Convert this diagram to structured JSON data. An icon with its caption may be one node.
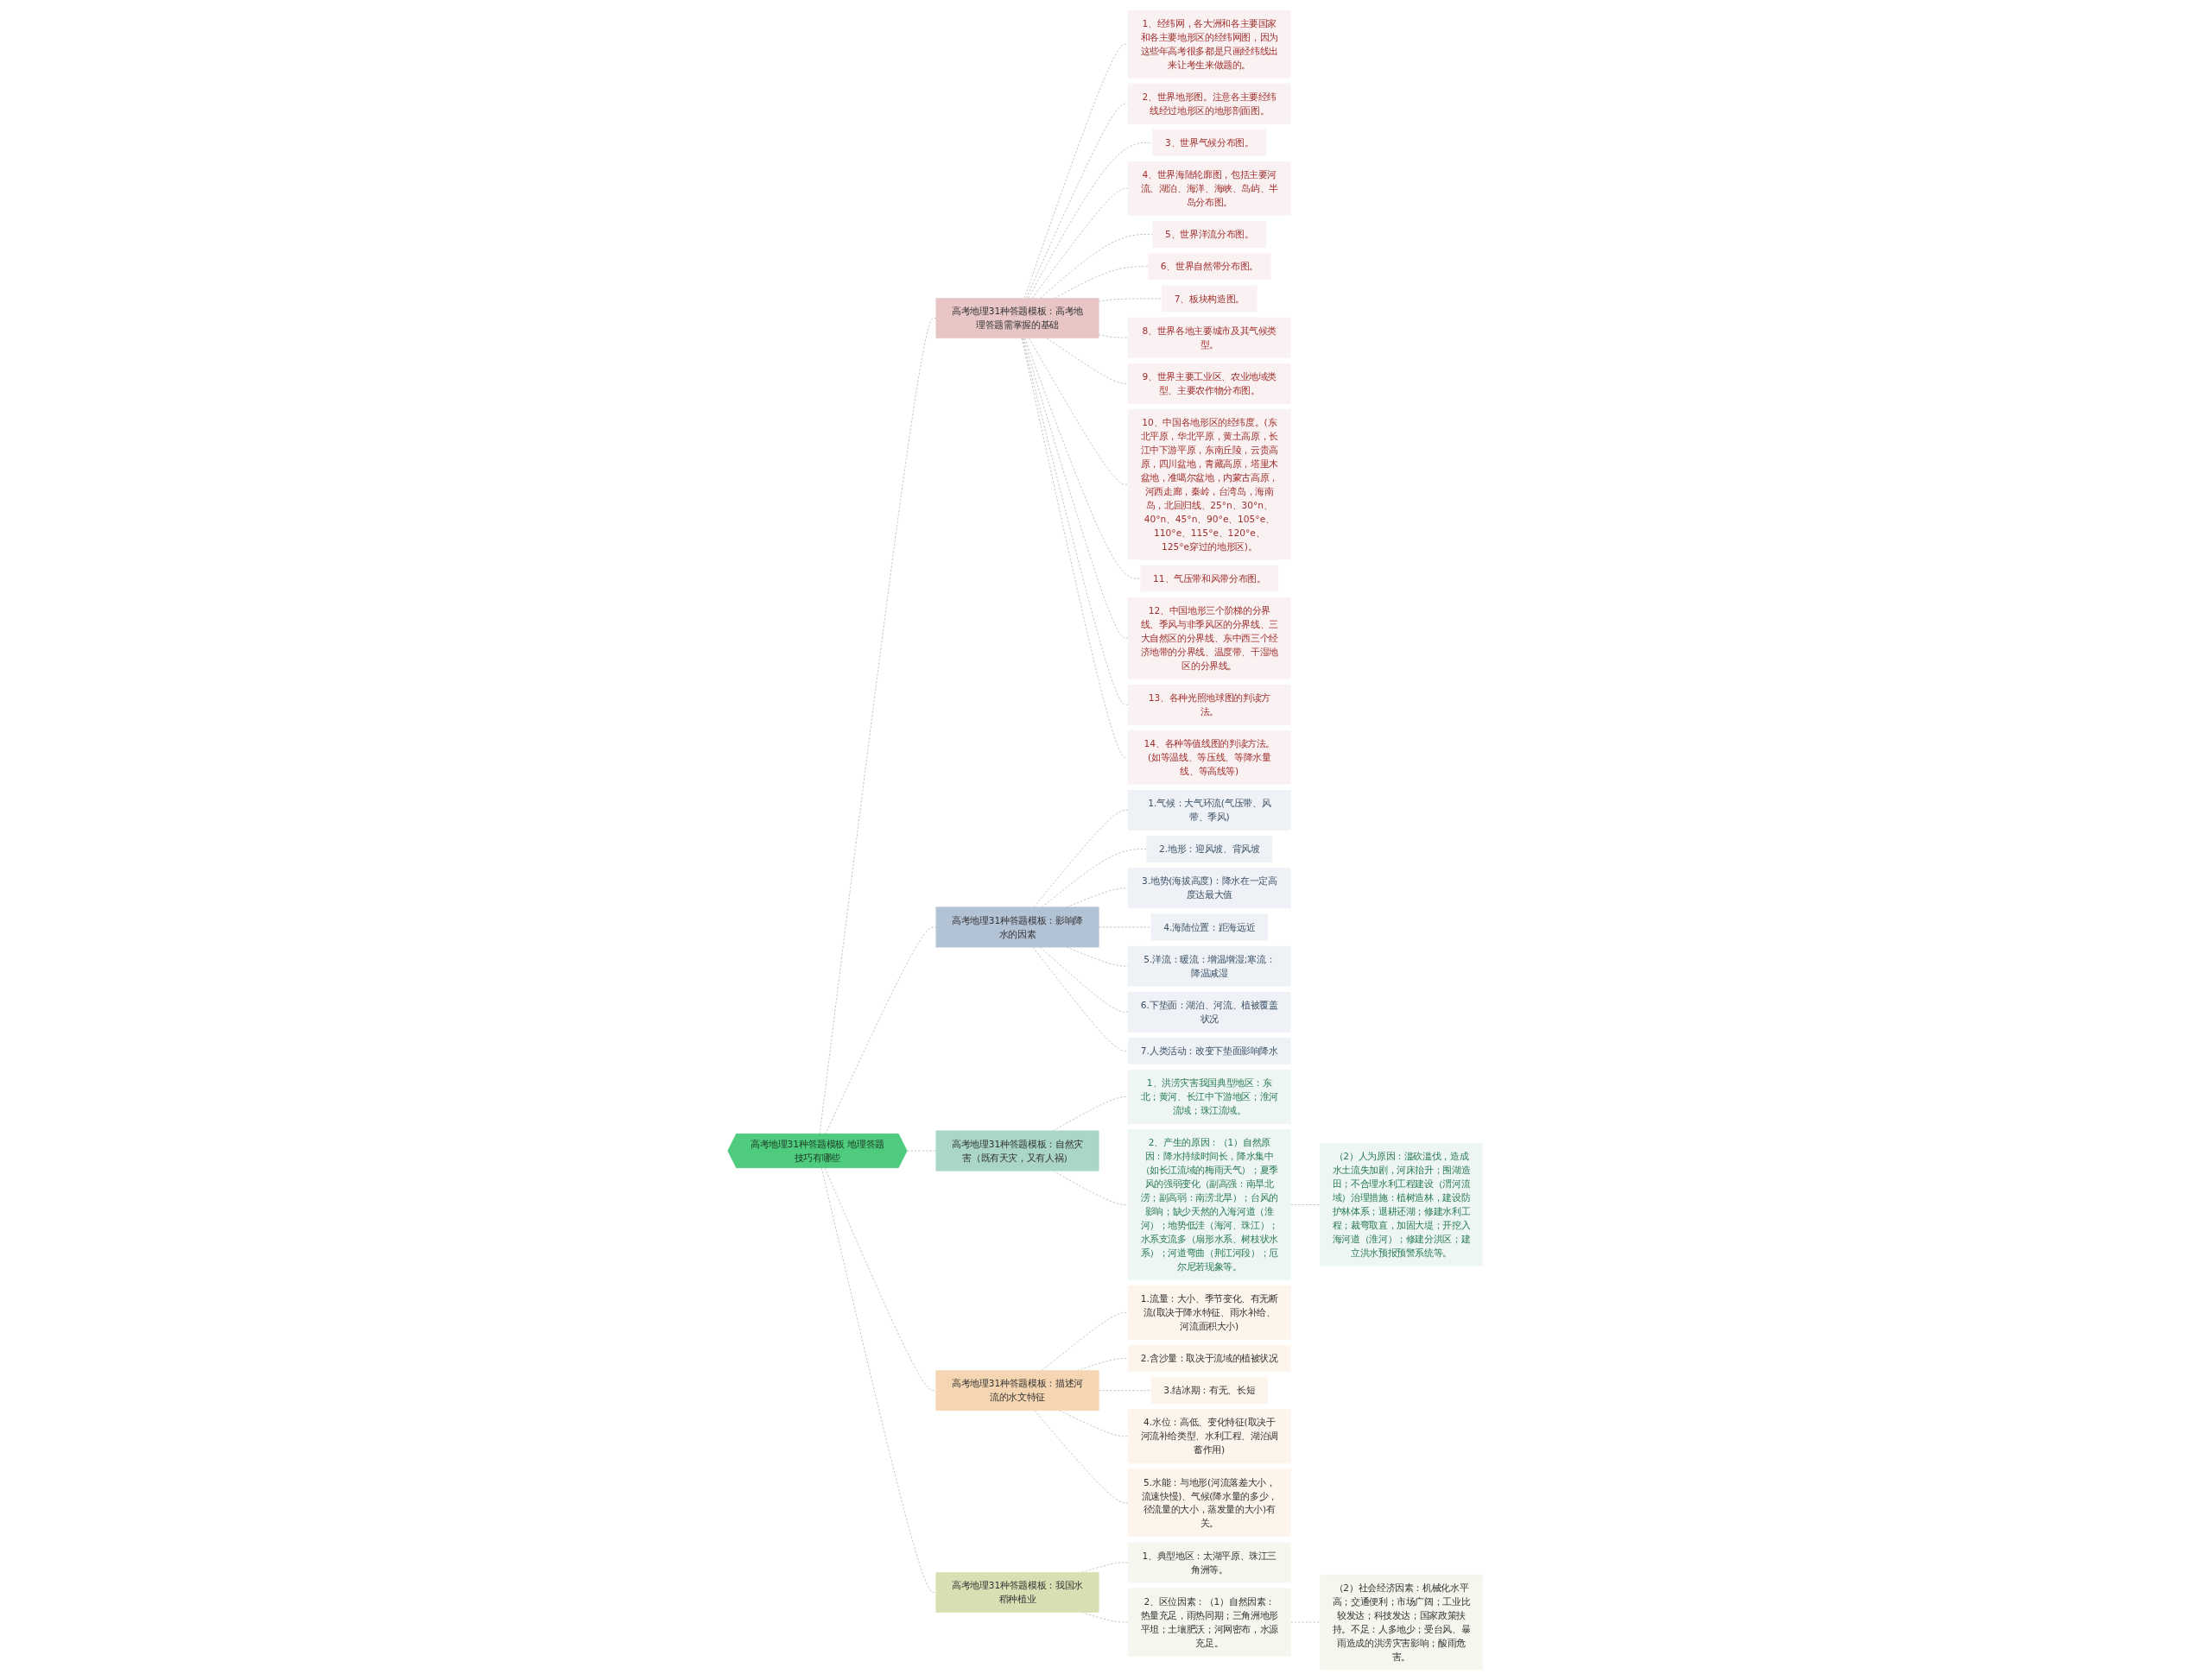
{
  "diagram": {
    "nodes": [
      {
        "text": [
          "高考地理31种答题模板 地理答题技巧有哪些"
        ]
      },
      {
        "text": [
          "高考地理31种答题模板：高考地理答题需掌握的基础"
        ]
      },
      {
        "text": [
          "1、经纬网，各大洲和各主要国家和各主要地形区的经纬网图，因为这些年高考很多都是只画经纬线出来让考生来做题的。"
        ]
      },
      {
        "text": [
          "2、世界地形图。注意各主要经纬线经过地形区的地形剖面图。"
        ]
      },
      {
        "text": [
          "3、世界气候分布图。"
        ]
      },
      {
        "text": [
          "4、世界海陆轮廓图，包括主要河流、湖泊、海洋、海峡、岛屿、半岛分布图。"
        ]
      },
      {
        "text": [
          "5、世界洋流分布图。"
        ]
      },
      {
        "text": [
          "6、世界自然带分布图。"
        ]
      },
      {
        "text": [
          "7、板块构造图。"
        ]
      },
      {
        "text": [
          "8、世界各地主要城市及其气候类型。"
        ]
      },
      {
        "text": [
          "9、世界主要工业区、农业地域类型、主要农作物分布图。"
        ]
      },
      {
        "text": [
          "10、中国各地形区的经纬度。(东北平原，华北平原，黄土高原，长江中下游平原，东南丘陵，云贵高原，四川盆地，青藏高原，塔里木盆地，准噶尔盆地，内蒙古高原，河西走廊，秦岭，台湾岛，海南岛，北回归线、25°n、30°n、40°n、45°n、90°e、105°e、110°e、115°e、120°e、125°e穿过的地形区)。"
        ]
      },
      {
        "text": [
          "11、气压带和风带分布图。"
        ]
      },
      {
        "text": [
          "12、中国地形三个阶梯的分界线、季风与非季风区的分界线、三大自然区的分界线、东中西三个经济地带的分界线、温度带、干湿地区的分界线。"
        ]
      },
      {
        "text": [
          "13、各种光照地球图的判读方法。"
        ]
      },
      {
        "text": [
          "14、各种等值线图的判读方法。(如等温线、等压线、等降水量线、等高线等)"
        ]
      },
      {
        "text": [
          "高考地理31种答题模板：影响降水的因素"
        ]
      },
      {
        "text": [
          "1.气候：大气环流(气压带、风带、季风)"
        ]
      },
      {
        "text": [
          "2.地形：迎风坡、背风坡"
        ]
      },
      {
        "text": [
          "3.地势(海拔高度)：降水在一定高度达最大值"
        ]
      },
      {
        "text": [
          "4.海陆位置：距海远近"
        ]
      },
      {
        "text": [
          "5.洋流：暖流：增温增湿;寒流：降温减湿"
        ]
      },
      {
        "text": [
          "6.下垫面：湖泊、河流、植被覆盖状况"
        ]
      },
      {
        "text": [
          "7.人类活动：改变下垫面影响降水"
        ]
      },
      {
        "text": [
          "高考地理31种答题模板：自然灾害（既有天灾，又有人祸）"
        ]
      },
      {
        "text": [
          "1、洪涝灾害我国典型地区：东北；黄河、长江中下游地区；淮河流域；珠江流域。"
        ]
      },
      {
        "text": [
          "2、产生的原因：（1）自然原因：降水持续时间长，降水集中（如长江流域的梅雨天气）；夏季风的强弱变化（副高强：南旱北涝；副高弱：南涝北旱）；台风的影响；缺少天然的入海河道（淮河）；地势低洼（海河、珠江）；水系支流多（扇形水系、树枝状水系）；河道弯曲（荆江河段）；厄尔尼若现象等。"
        ]
      },
      {
        "text": [
          "（2）人为原因：滥砍滥伐，造成水土流失加剧，河床抬升；围湖造田；不合理水利工程建设（渭河流域）治理措施：植树造林，建设防护林体系；退耕还湖；修建水利工程；裁弯取直，加固大堤；开挖入海河道（淮河）；修建分洪区；建立洪水预报预警系统等。"
        ]
      },
      {
        "text": [
          "高考地理31种答题模板：描述河流的水文特征"
        ]
      },
      {
        "text": [
          "1.流量：大小、季节变化、有无断流(取决于降水特征、雨水补给、河流面积大小)"
        ]
      },
      {
        "text": [
          "2.含沙量：取决于流域的植被状况"
        ]
      },
      {
        "text": [
          "3.结冰期：有无、长短"
        ]
      },
      {
        "text": [
          "4.水位：高低、变化特征(取决于河流补给类型、水利工程、湖泊调蓄作用)"
        ]
      },
      {
        "text": [
          "5.水能：与地形(河流落差大小，流速快慢)、气候(降水量的多少，径流量的大小，蒸发量的大小)有关。"
        ]
      },
      {
        "text": [
          "高考地理31种答题模板：我国水稻种植业"
        ]
      },
      {
        "text": [
          "1、典型地区：太湖平原、珠江三角洲等。"
        ]
      },
      {
        "text": [
          "2、区位因素：（1）自然因素：热量充足，雨热同期；三角洲地形平坦；土壤肥沃；河网密布，水源充足。"
        ]
      },
      {
        "text": [
          "（2）社会经济因素：机械化水平高；交通便利；市场广阔；工业比较发达；科技发达；国家政策扶持。不足：人多地少；受台风、暴雨造成的洪涝灾害影响；酸雨危害。"
        ]
      }
    ],
    "edges": [
      {
        "from": 0,
        "to": 1,
        "arrow": "none"
      },
      {
        "from": 0,
        "to": 16,
        "arrow": "none"
      },
      {
        "from": 0,
        "to": 24,
        "arrow": "none"
      },
      {
        "from": 0,
        "to": 28,
        "arrow": "none"
      },
      {
        "from": 0,
        "to": 34,
        "arrow": "none"
      },
      {
        "from": 1,
        "to": 2,
        "arrow": "none"
      },
      {
        "from": 1,
        "to": 3,
        "arrow": "none"
      },
      {
        "from": 1,
        "to": 4,
        "arrow": "none"
      },
      {
        "from": 1,
        "to": 5,
        "arrow": "none"
      },
      {
        "from": 1,
        "to": 6,
        "arrow": "none"
      },
      {
        "from": 1,
        "to": 7,
        "arrow": "none"
      },
      {
        "from": 1,
        "to": 8,
        "arrow": "none"
      },
      {
        "from": 1,
        "to": 9,
        "arrow": "none"
      },
      {
        "from": 1,
        "to": 10,
        "arrow": "none"
      },
      {
        "from": 1,
        "to": 11,
        "arrow": "none"
      },
      {
        "from": 1,
        "to": 12,
        "arrow": "none"
      },
      {
        "from": 1,
        "to": 13,
        "arrow": "none"
      },
      {
        "from": 1,
        "to": 14,
        "arrow": "none"
      },
      {
        "from": 1,
        "to": 15,
        "arrow": "none"
      },
      {
        "from": 16,
        "to": 17,
        "arrow": "none"
      },
      {
        "from": 16,
        "to": 18,
        "arrow": "none"
      },
      {
        "from": 16,
        "to": 19,
        "arrow": "none"
      },
      {
        "from": 16,
        "to": 20,
        "arrow": "none"
      },
      {
        "from": 16,
        "to": 21,
        "arrow": "none"
      },
      {
        "from": 16,
        "to": 22,
        "arrow": "none"
      },
      {
        "from": 16,
        "to": 23,
        "arrow": "none"
      },
      {
        "from": 24,
        "to": 25,
        "arrow": "none"
      },
      {
        "from": 24,
        "to": 26,
        "arrow": "none"
      },
      {
        "from": 26,
        "to": 27,
        "arrow": "none"
      },
      {
        "from": 28,
        "to": 29,
        "arrow": "none"
      },
      {
        "from": 28,
        "to": 30,
        "arrow": "none"
      },
      {
        "from": 28,
        "to": 31,
        "arrow": "none"
      },
      {
        "from": 28,
        "to": 32,
        "arrow": "none"
      },
      {
        "from": 28,
        "to": 33,
        "arrow": "none"
      },
      {
        "from": 34,
        "to": 35,
        "arrow": "none"
      },
      {
        "from": 34,
        "to": 36,
        "arrow": "none"
      },
      {
        "from": 36,
        "to": 37,
        "arrow": "none"
      }
    ]
  }
}
